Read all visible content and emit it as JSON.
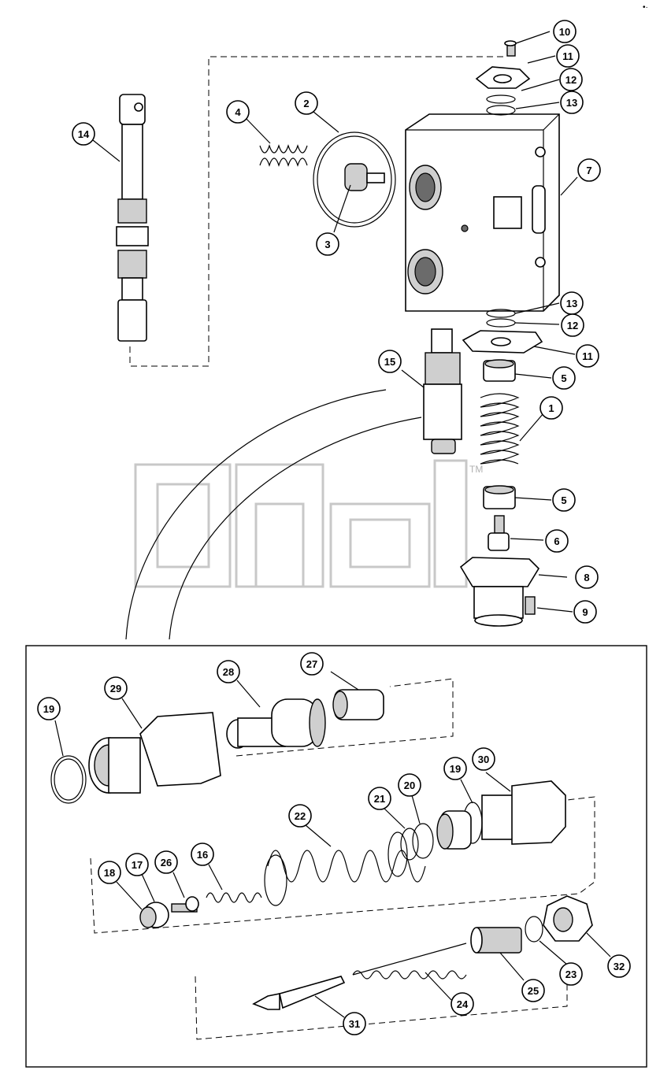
{
  "watermark": {
    "trademark": "TM",
    "logo_name": "brand-logo"
  },
  "corner_mark": "•·",
  "callouts": [
    {
      "id": "c10",
      "label": "10"
    },
    {
      "id": "c11a",
      "label": "11"
    },
    {
      "id": "c12a",
      "label": "12"
    },
    {
      "id": "c13a",
      "label": "13"
    },
    {
      "id": "c2",
      "label": "2"
    },
    {
      "id": "c4",
      "label": "4"
    },
    {
      "id": "c14",
      "label": "14"
    },
    {
      "id": "c7",
      "label": "7"
    },
    {
      "id": "c3",
      "label": "3"
    },
    {
      "id": "c13b",
      "label": "13"
    },
    {
      "id": "c12b",
      "label": "12"
    },
    {
      "id": "c11b",
      "label": "11"
    },
    {
      "id": "c15",
      "label": "15"
    },
    {
      "id": "c5a",
      "label": "5"
    },
    {
      "id": "c1",
      "label": "1"
    },
    {
      "id": "c5b",
      "label": "5"
    },
    {
      "id": "c6",
      "label": "6"
    },
    {
      "id": "c8",
      "label": "8"
    },
    {
      "id": "c9",
      "label": "9"
    },
    {
      "id": "c27",
      "label": "27"
    },
    {
      "id": "c28",
      "label": "28"
    },
    {
      "id": "c29",
      "label": "29"
    },
    {
      "id": "c19a",
      "label": "19"
    },
    {
      "id": "c30",
      "label": "30"
    },
    {
      "id": "c19b",
      "label": "19"
    },
    {
      "id": "c20",
      "label": "20"
    },
    {
      "id": "c21",
      "label": "21"
    },
    {
      "id": "c22",
      "label": "22"
    },
    {
      "id": "c16",
      "label": "16"
    },
    {
      "id": "c26",
      "label": "26"
    },
    {
      "id": "c17",
      "label": "17"
    },
    {
      "id": "c18",
      "label": "18"
    },
    {
      "id": "c23",
      "label": "23"
    },
    {
      "id": "c32",
      "label": "32"
    },
    {
      "id": "c25",
      "label": "25"
    },
    {
      "id": "c24",
      "label": "24"
    },
    {
      "id": "c31",
      "label": "31"
    }
  ]
}
